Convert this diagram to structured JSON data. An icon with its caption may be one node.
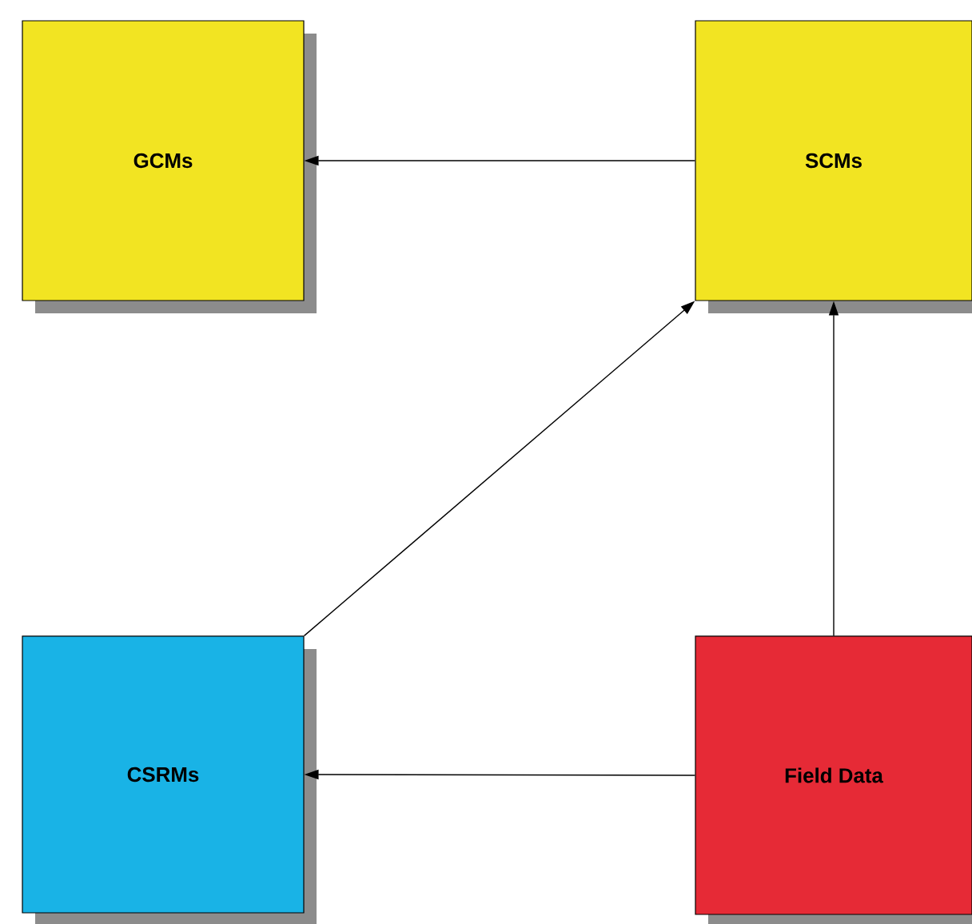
{
  "diagram": {
    "nodes": [
      {
        "text": [
          "GCMs"
        ]
      },
      {
        "text": [
          "SCMs"
        ]
      },
      {
        "text": [
          "CSRMs"
        ]
      },
      {
        "text": [
          "Field Data"
        ]
      }
    ],
    "edges": [
      {
        "from": 1,
        "to": 0,
        "arrow": "to"
      },
      {
        "from": 2,
        "to": 1,
        "arrow": "to"
      },
      {
        "from": 3,
        "to": 1,
        "arrow": "to"
      },
      {
        "from": 3,
        "to": 2,
        "arrow": "to"
      }
    ]
  }
}
